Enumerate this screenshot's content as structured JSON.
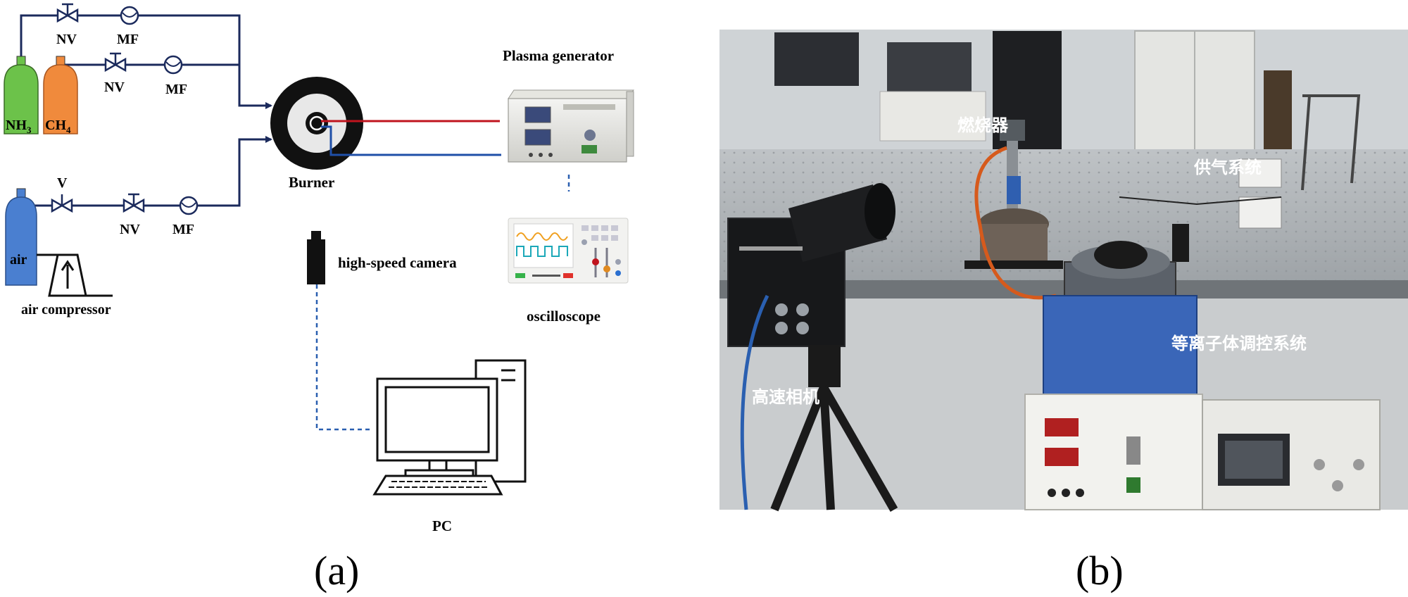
{
  "schematic": {
    "labels": {
      "nv_top": "NV",
      "mf_top": "MF",
      "nv_mid": "NV",
      "mf_mid": "MF",
      "v_air": "V",
      "nv_air": "NV",
      "mf_air": "MF",
      "nh3": "NH",
      "nh3_sub": "3",
      "ch4": "CH",
      "ch4_sub": "4",
      "air": "air",
      "air_compressor": "air compressor",
      "burner": "Burner",
      "plasma_generator": "Plasma generator",
      "oscilloscope": "oscilloscope",
      "high_speed_camera": "high-speed camera",
      "pc": "PC"
    },
    "caption": "(a)"
  },
  "photo": {
    "labels": {
      "burner": "燃烧器",
      "gas_supply": "供气系统",
      "plasma_control": "等离子体调控系统",
      "high_speed_camera": "高速相机"
    },
    "caption": "(b)"
  },
  "colors": {
    "pipe": "#1b2a5c",
    "nh3_cylinder": "#6cc24a",
    "ch4_cylinder": "#f08a3c",
    "air_cylinder": "#4a7fd0",
    "signal_red": "#c0141e",
    "signal_blue": "#1f4fa8",
    "dashed_link": "#2a5fb0"
  }
}
